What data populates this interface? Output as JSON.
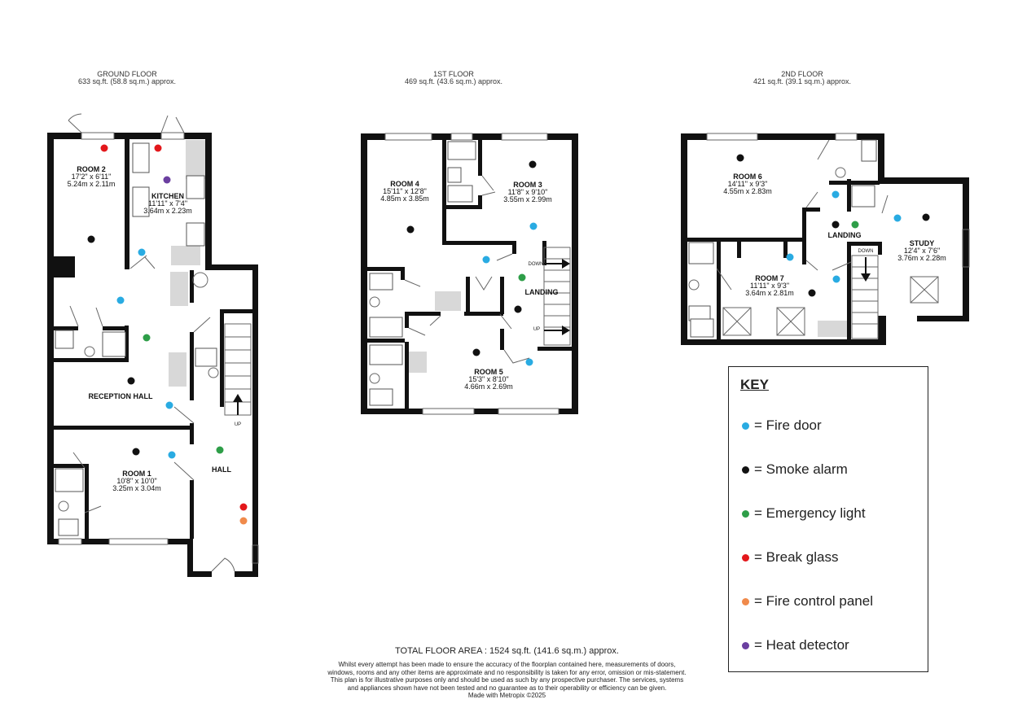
{
  "floors": {
    "ground": {
      "name": "GROUND FLOOR",
      "area": "633 sq.ft. (58.8 sq.m.) approx."
    },
    "first": {
      "name": "1ST FLOOR",
      "area": "469 sq.ft. (43.6 sq.m.) approx."
    },
    "second": {
      "name": "2ND FLOOR",
      "area": "421 sq.ft. (39.1 sq.m.) approx."
    }
  },
  "rooms": {
    "room2": {
      "name": "ROOM 2",
      "imperial": "17'2\" x 6'11\"",
      "metric": "5.24m x 2.11m"
    },
    "kitchen": {
      "name": "KITCHEN",
      "imperial": "11'11\" x 7'4\"",
      "metric": "3.64m x 2.23m"
    },
    "reception": {
      "name": "RECEPTION HALL"
    },
    "room1": {
      "name": "ROOM 1",
      "imperial": "10'8\" x 10'0\"",
      "metric": "3.25m x 3.04m"
    },
    "hall": {
      "name": "HALL"
    },
    "room4": {
      "name": "ROOM 4",
      "imperial": "15'11\" x 12'8\"",
      "metric": "4.85m x 3.85m"
    },
    "room3": {
      "name": "ROOM 3",
      "imperial": "11'8\" x 9'10\"",
      "metric": "3.55m x 2.99m"
    },
    "landing1": {
      "name": "LANDING"
    },
    "room5": {
      "name": "ROOM 5",
      "imperial": "15'3\" x 8'10\"",
      "metric": "4.66m x 2.69m"
    },
    "room6": {
      "name": "ROOM 6",
      "imperial": "14'11\" x 9'3\"",
      "metric": "4.55m x 2.83m"
    },
    "landing2": {
      "name": "LANDING"
    },
    "study": {
      "name": "STUDY",
      "imperial": "12'4\" x 7'6\"",
      "metric": "3.76m x 2.28m"
    },
    "room7": {
      "name": "ROOM 7",
      "imperial": "11'11\" x 9'3\"",
      "metric": "3.64m x 2.81m"
    }
  },
  "stair_labels": {
    "up_ground": "UP",
    "down_first": "DOWN",
    "up_first": "UP",
    "down_second": "DOWN"
  },
  "key": {
    "title": "KEY",
    "items": [
      {
        "label": "= Fire door",
        "color": "#29abe2"
      },
      {
        "label": "= Smoke alarm",
        "color": "#111111"
      },
      {
        "label": "= Emergency light",
        "color": "#2e9e48"
      },
      {
        "label": "= Break glass",
        "color": "#e3171b"
      },
      {
        "label": "= Fire control panel",
        "color": "#f08a4b"
      },
      {
        "label": "= Heat detector",
        "color": "#6b3fa0"
      }
    ]
  },
  "footer": {
    "total_area": "TOTAL FLOOR AREA : 1524 sq.ft. (141.6 sq.m.) approx.",
    "disclaimer": "Whilst every attempt has been made to ensure the accuracy of the floorplan contained here, measurements of doors, windows, rooms and any other items are approximate and no responsibility is taken for any error, omission or mis-statement. This plan is for illustrative purposes only and should be used as such by any prospective purchaser. The services, systems and appliances shown have not been tested and no guarantee as to their operability or efficiency can be given.",
    "made_with": "Made with Metropix ©2025"
  }
}
